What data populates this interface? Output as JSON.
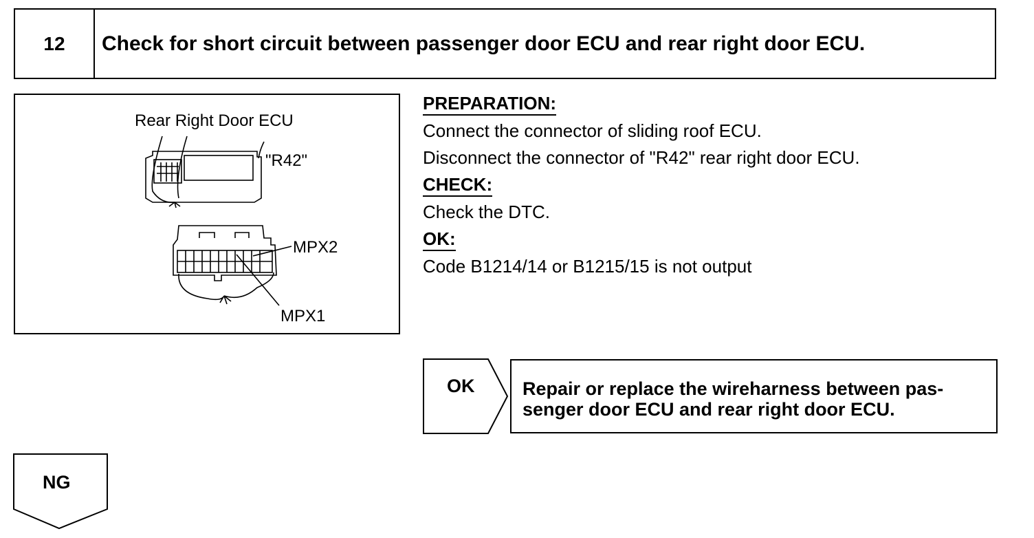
{
  "step": {
    "number": "12",
    "title": "Check for short circuit between passenger door ECU and rear right door ECU."
  },
  "figure": {
    "ecu_label": "Rear Right Door ECU",
    "connector_code": "\"R42\"",
    "mpx2_label": "MPX2",
    "mpx1_label": "MPX1"
  },
  "instructions": {
    "preparation_heading": "PREPARATION:",
    "preparation_lines": [
      "Connect the connector of sliding roof ECU.",
      "Disconnect the connector of \"R42\" rear right door ECU."
    ],
    "check_heading": "CHECK:",
    "check_lines": [
      "Check the DTC."
    ],
    "ok_heading": "OK:",
    "ok_lines": [
      "Code B1214/14 or B1215/15 is not output"
    ]
  },
  "ok_result": {
    "label": "OK",
    "action_lines": [
      "Repair or replace the wireharness between pas-",
      "senger door ECU and rear right door ECU."
    ]
  },
  "ng_result": {
    "label": "NG"
  }
}
